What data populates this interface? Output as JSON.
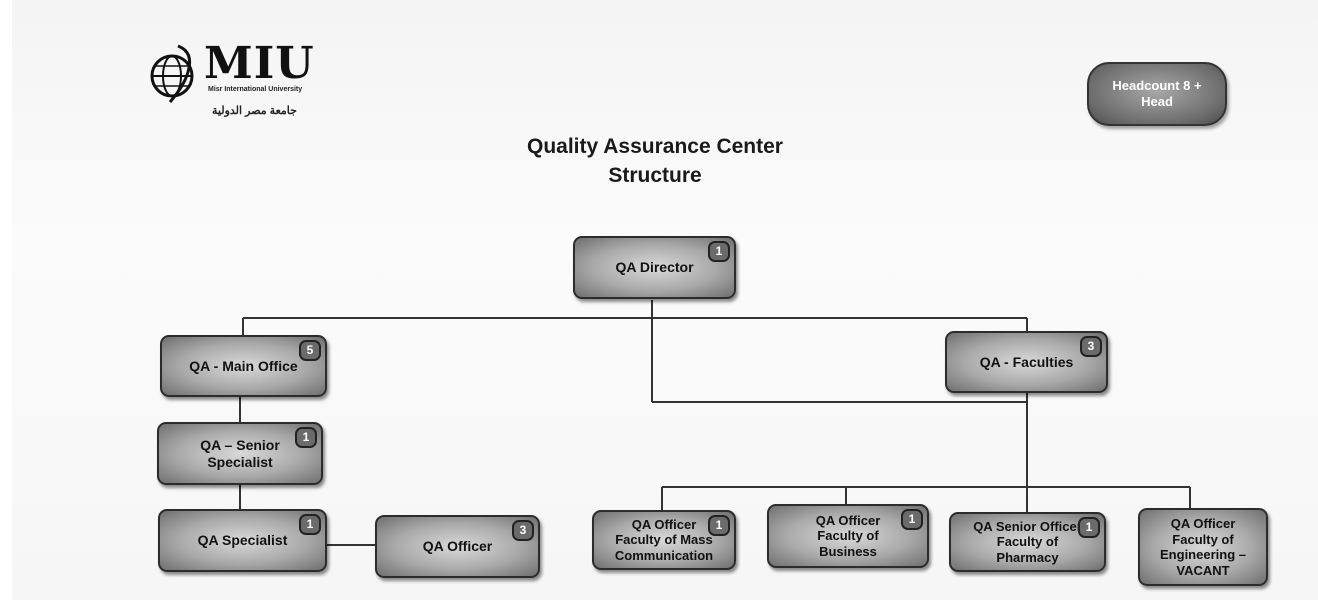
{
  "logo": {
    "brand": "MIU",
    "subtitle": "Misr International University",
    "arabic": "جامعة مصر الدولية"
  },
  "headcount": {
    "line1": "Headcount 8 +",
    "line2": "Head"
  },
  "title": {
    "line1": "Quality Assurance Center",
    "line2": "Structure"
  },
  "nodes": {
    "director": {
      "label": "QA Director",
      "count": "1"
    },
    "main_office": {
      "label": "QA - Main Office",
      "count": "5"
    },
    "faculties": {
      "label": "QA - Faculties",
      "count": "3"
    },
    "senior_specialist": {
      "line1": "QA – Senior",
      "line2": "Specialist",
      "count": "1"
    },
    "specialist": {
      "label": "QA Specialist",
      "count": "1"
    },
    "officer": {
      "label": "QA Officer",
      "count": "3"
    },
    "officer_mass_comm": {
      "line1": "QA Officer",
      "line2": "Faculty of Mass",
      "line3": "Communication",
      "count": "1"
    },
    "officer_business": {
      "line1": "QA Officer",
      "line2": "Faculty of",
      "line3": "Business",
      "count": "1"
    },
    "senior_officer_pharmacy": {
      "line1": "QA Senior Officer",
      "line2": "Faculty of",
      "line3": "Pharmacy",
      "count": "1"
    },
    "officer_engineering": {
      "line1": "QA Officer",
      "line2": "Faculty of",
      "line3": "Engineering –",
      "line4": "VACANT"
    }
  }
}
